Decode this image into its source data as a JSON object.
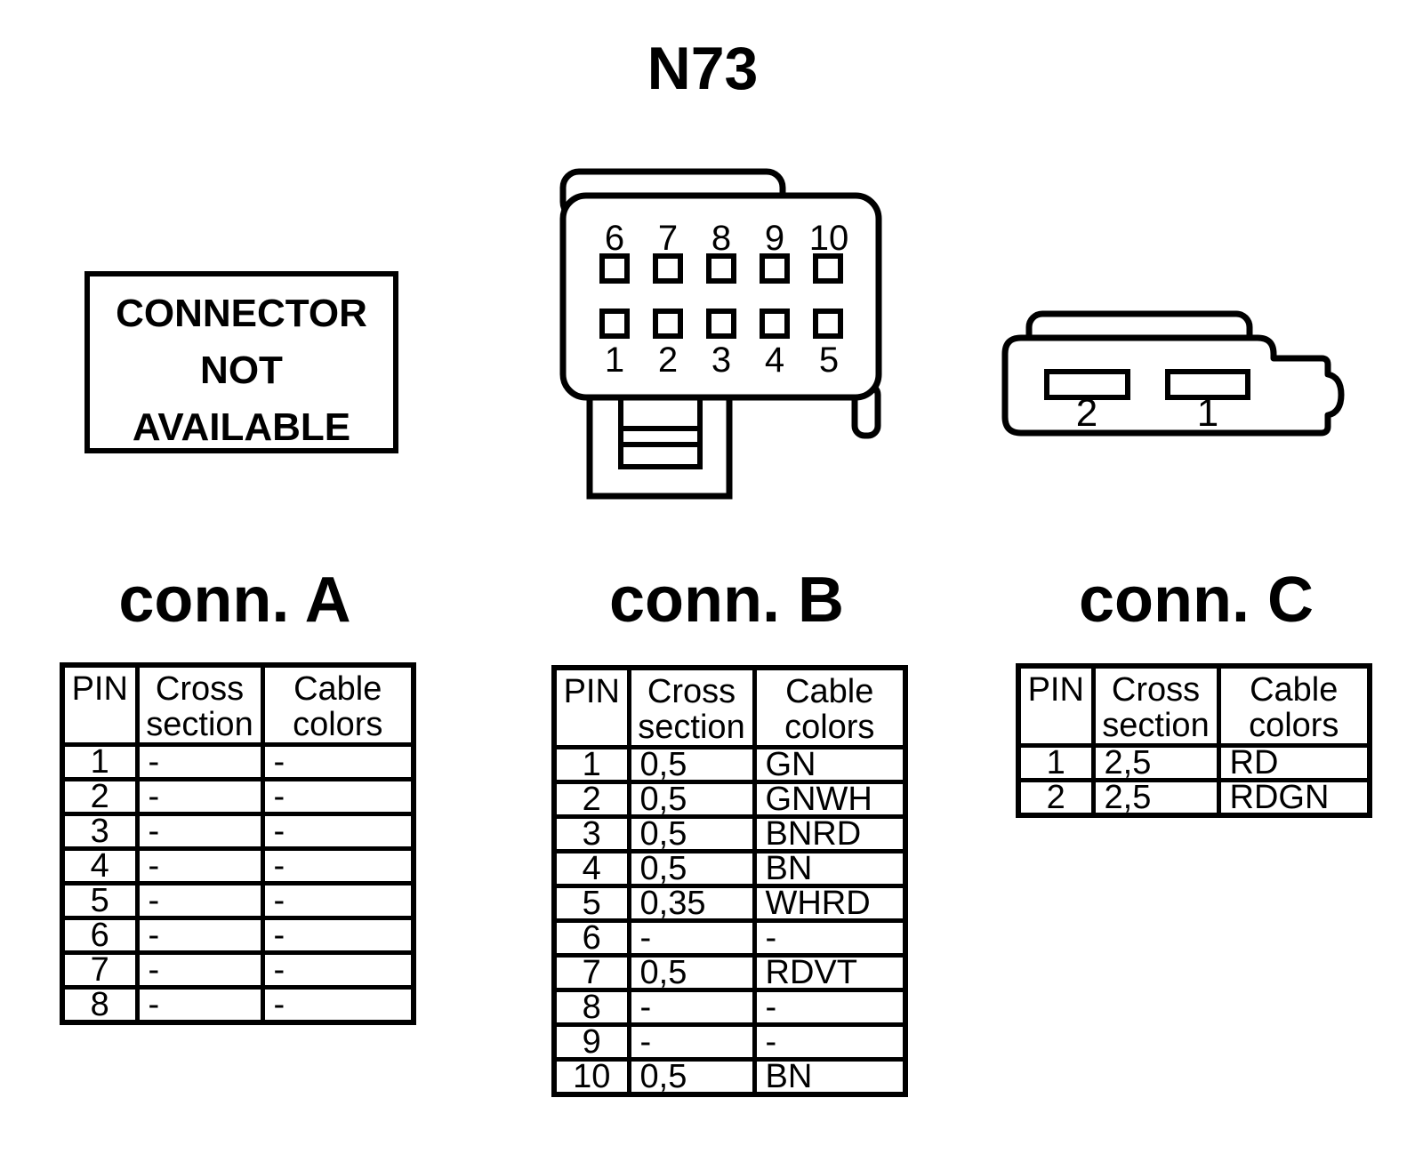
{
  "title": "N73",
  "not_available": {
    "line1": "CONNECTOR",
    "line2": "NOT",
    "line3": "AVAILABLE"
  },
  "connector_10pin": {
    "top_pins": [
      "6",
      "7",
      "8",
      "9",
      "10"
    ],
    "bottom_pins": [
      "1",
      "2",
      "3",
      "4",
      "5"
    ]
  },
  "connector_2pin": {
    "left_pin": "2",
    "right_pin": "1"
  },
  "tables": [
    {
      "title": "conn. A",
      "headers": [
        "PIN",
        "Cross section",
        "Cable colors"
      ],
      "rows": [
        [
          "1",
          "-",
          "-"
        ],
        [
          "2",
          "-",
          "-"
        ],
        [
          "3",
          "-",
          "-"
        ],
        [
          "4",
          "-",
          "-"
        ],
        [
          "5",
          "-",
          "-"
        ],
        [
          "6",
          "-",
          "-"
        ],
        [
          "7",
          "-",
          "-"
        ],
        [
          "8",
          "-",
          "-"
        ]
      ]
    },
    {
      "title": "conn. B",
      "headers": [
        "PIN",
        "Cross section",
        "Cable colors"
      ],
      "rows": [
        [
          "1",
          "0,5",
          "GN"
        ],
        [
          "2",
          "0,5",
          "GNWH"
        ],
        [
          "3",
          "0,5",
          "BNRD"
        ],
        [
          "4",
          "0,5",
          "BN"
        ],
        [
          "5",
          "0,35",
          "WHRD"
        ],
        [
          "6",
          "-",
          "-"
        ],
        [
          "7",
          "0,5",
          "RDVT"
        ],
        [
          "8",
          "-",
          "-"
        ],
        [
          "9",
          "-",
          "-"
        ],
        [
          "10",
          "0,5",
          "BN"
        ]
      ]
    },
    {
      "title": "conn. C",
      "headers": [
        "PIN",
        "Cross section",
        "Cable colors"
      ],
      "rows": [
        [
          "1",
          "2,5",
          "RD"
        ],
        [
          "2",
          "2,5",
          "RDGN"
        ]
      ]
    }
  ],
  "colors": {
    "ink": "#000000",
    "background": "#ffffff"
  }
}
